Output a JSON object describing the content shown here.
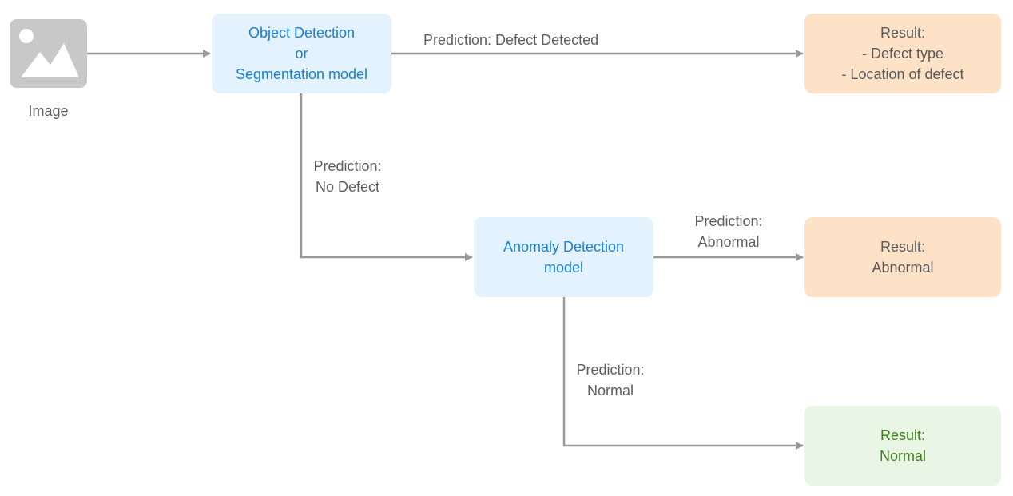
{
  "input": {
    "icon": "image-icon",
    "label": "Image"
  },
  "nodes": {
    "detector": {
      "lines": [
        "Object Detection",
        "or",
        "Segmentation model"
      ]
    },
    "anomaly": {
      "lines": [
        "Anomaly Detection",
        "model"
      ]
    },
    "result_defect": {
      "lines": [
        "Result:",
        "- Defect type",
        "- Location of defect"
      ]
    },
    "result_abnormal": {
      "lines": [
        "Result:",
        "Abnormal"
      ]
    },
    "result_normal": {
      "lines": [
        "Result:",
        "Normal"
      ]
    }
  },
  "edges": {
    "defect_detected": {
      "lines": [
        "Prediction: Defect Detected"
      ]
    },
    "no_defect": {
      "lines": [
        "Prediction:",
        "No Defect"
      ]
    },
    "abnormal": {
      "lines": [
        "Prediction:",
        "Abnormal"
      ]
    },
    "normal": {
      "lines": [
        "Prediction:",
        "Normal"
      ]
    }
  },
  "colors": {
    "model_fill": "#e3f2fd",
    "model_text": "#1a7fd6",
    "bad_result_fill": "#fde2c8",
    "good_result_fill": "#eaf6e5",
    "good_result_text": "#3f7f1e",
    "connector": "#999999",
    "icon_fill": "#c8c8c8"
  }
}
